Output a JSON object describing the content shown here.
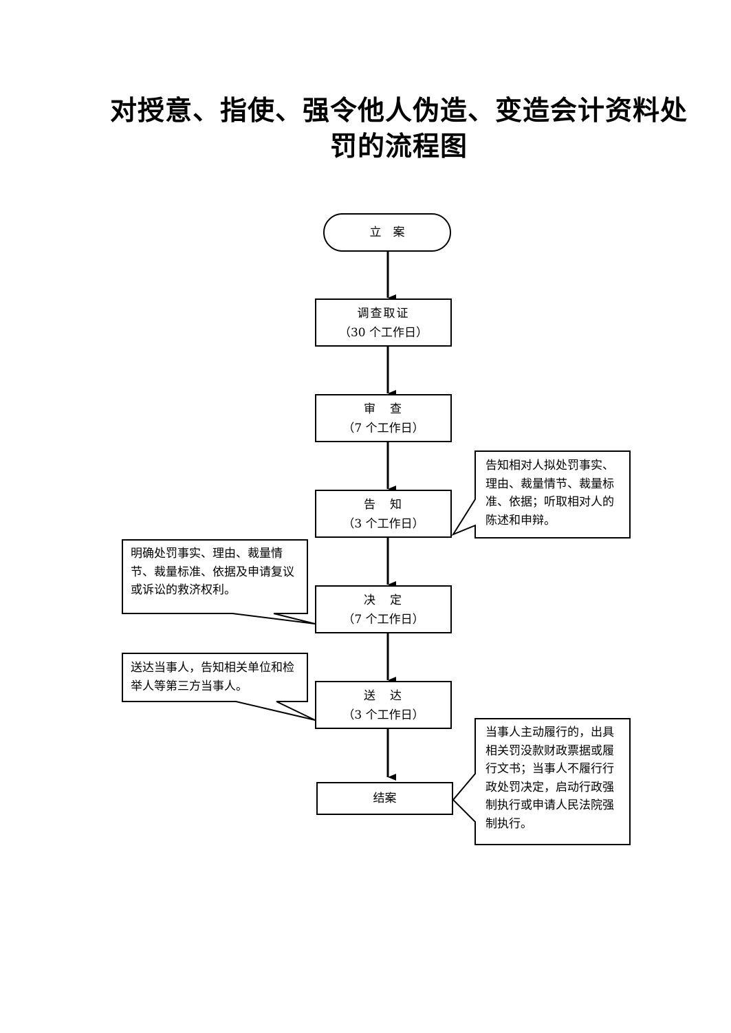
{
  "title": {
    "line1": "对授意、指使、强令他人伪造、变造会计资料处",
    "line2": "罚的流程图"
  },
  "nodes": {
    "start": "立　案",
    "investigate": {
      "label": "调查取证",
      "duration": "（30 个工作日）"
    },
    "review": {
      "label": "审　查",
      "duration": "（7 个工作日）"
    },
    "notify": {
      "label": "告　知",
      "duration": "（3 个工作日）"
    },
    "decide": {
      "label": "决　定",
      "duration": "（7 个工作日）"
    },
    "deliver": {
      "label": "送　达",
      "duration": "（3 个工作日）"
    },
    "close": {
      "label": "结案"
    }
  },
  "notes": {
    "notify": "告知相对人拟处罚事实、理由、裁量情节、裁量标准、依据；听取相对人的陈述和申辩。",
    "decide": "明确处罚事实、理由、裁量情节、裁量标准、依据及申请复议或诉讼的救济权利。",
    "deliver": "送达当事人，告知相关单位和检举人等第三方当事人。",
    "close": "当事人主动履行的，出具相关罚没款财政票据或履行文书；当事人不履行行政处罚决定，启动行政强制执行或申请人民法院强制执行。"
  }
}
